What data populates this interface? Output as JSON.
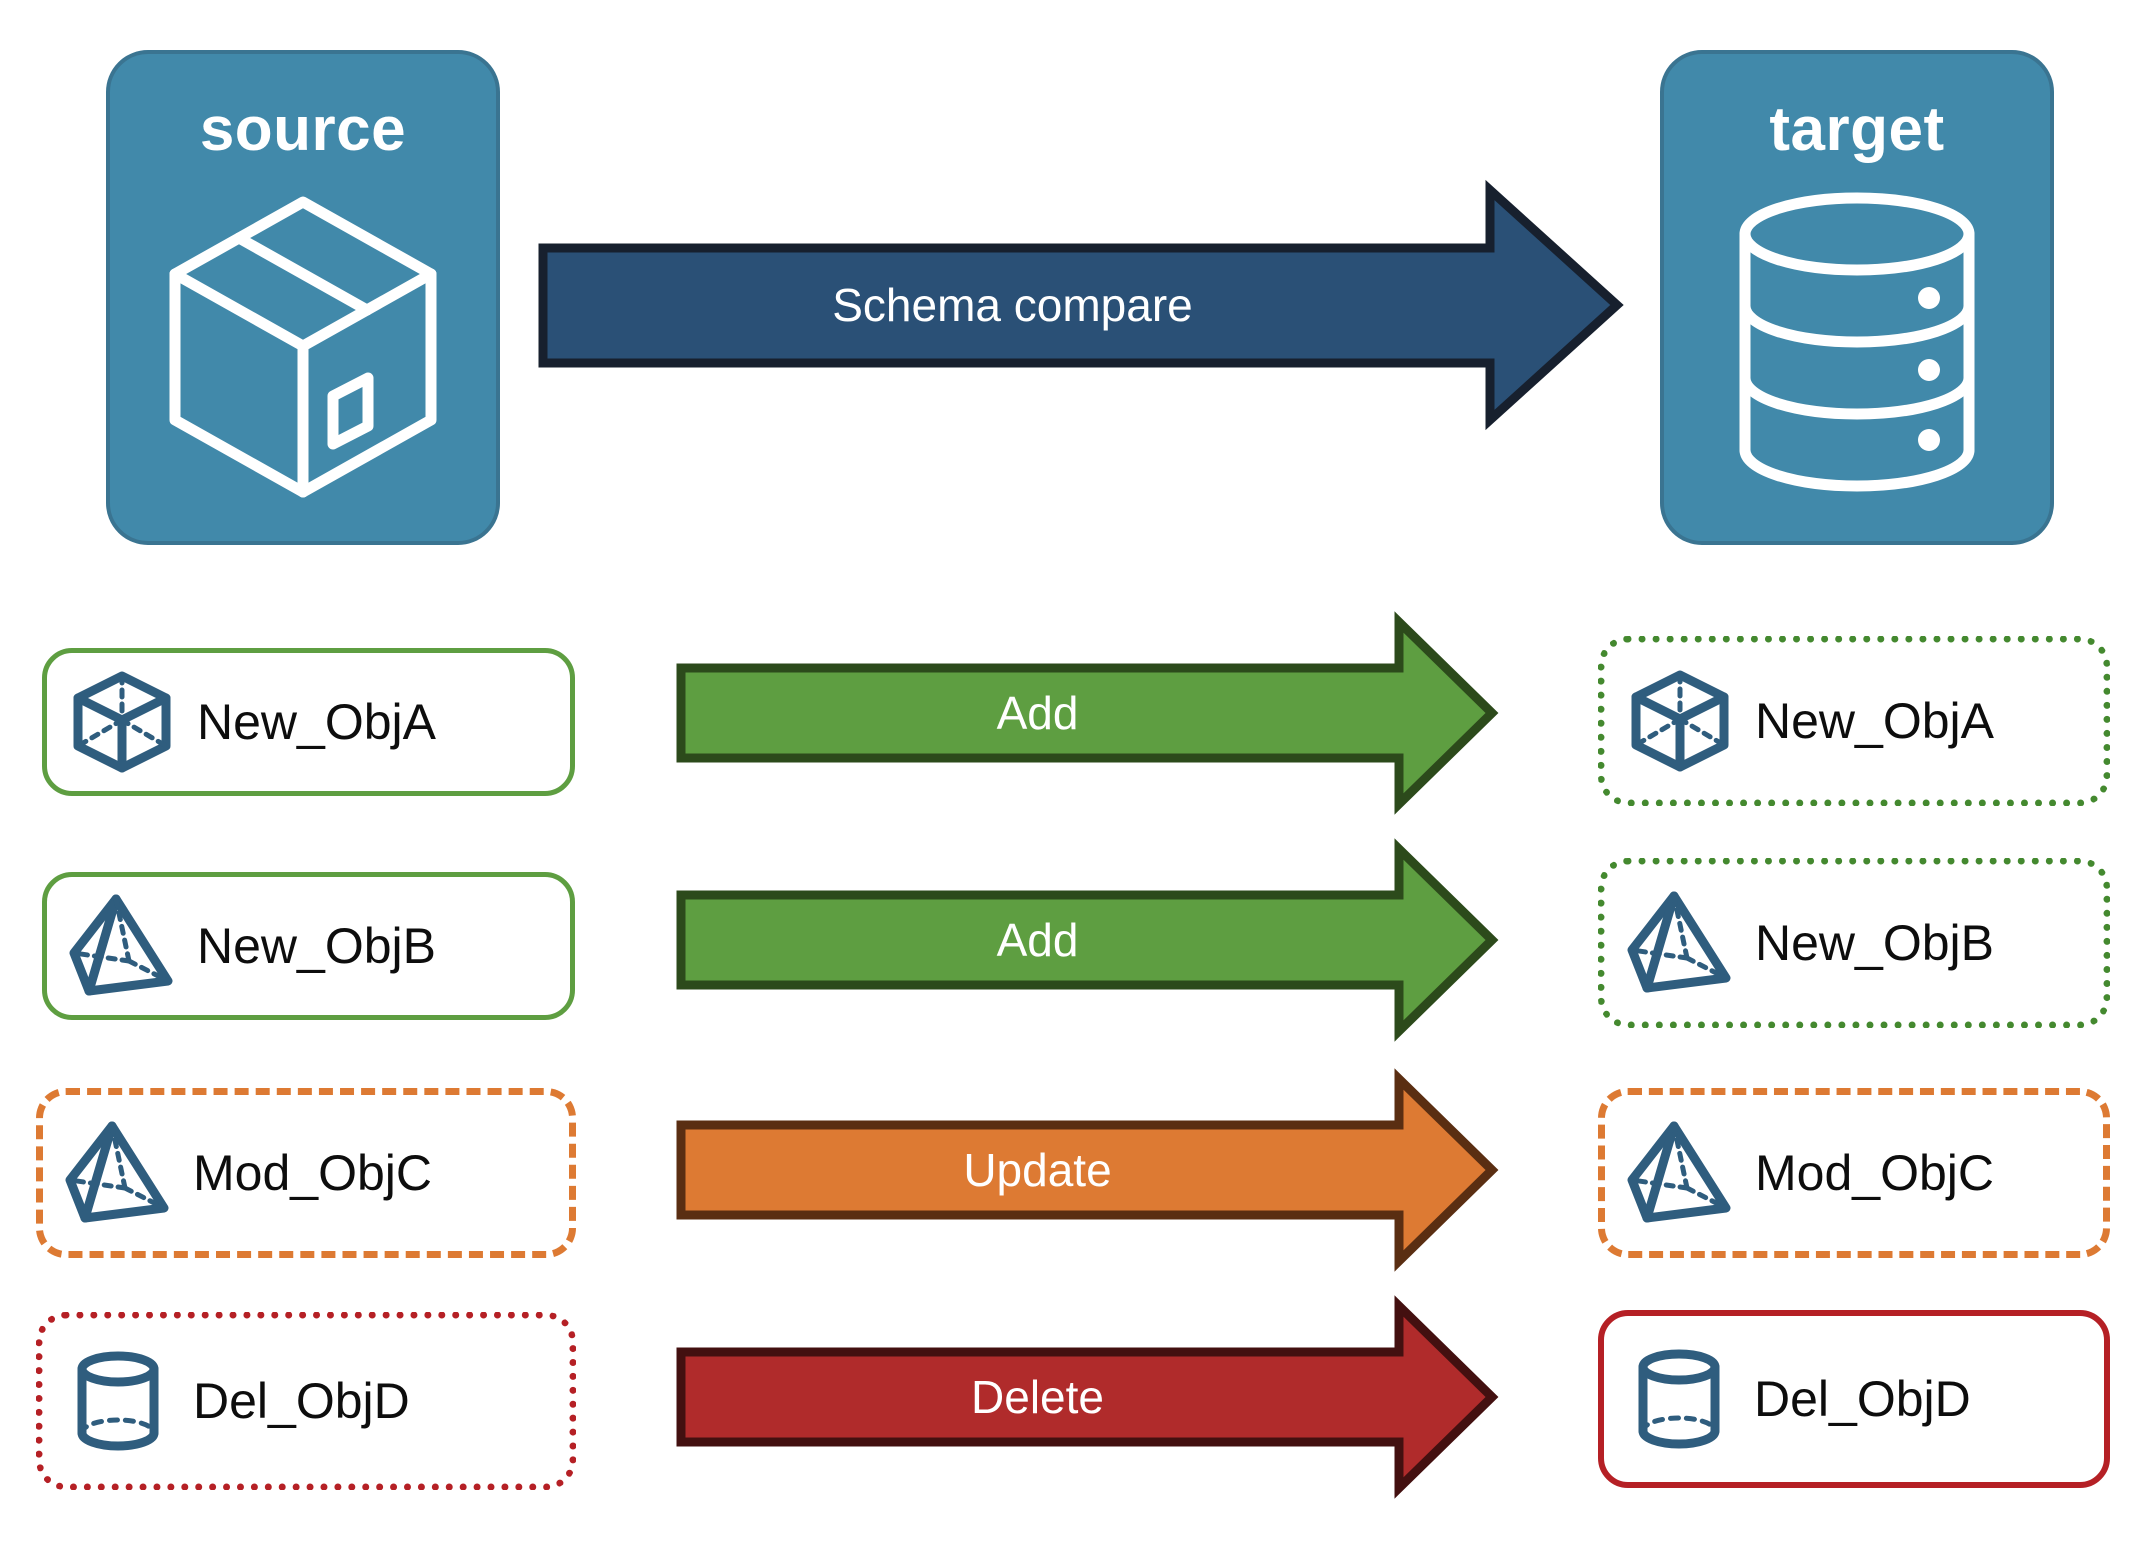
{
  "diagram": {
    "title_source": "source",
    "title_target": "target",
    "compare_label": "Schema compare",
    "colors": {
      "endpoint_fill": "#4189AA",
      "endpoint_border": "#3A7491",
      "compare_fill": "#2A5076",
      "compare_border": "#17202E",
      "add_fill": "#5E9E41",
      "add_border": "#2C4A1B",
      "update_fill": "#DD7A33",
      "update_border": "#5A2E12",
      "delete_fill": "#B02B2B",
      "delete_border": "#431010",
      "object_icon": "#2F5D7E",
      "green_border": "#5E9E41",
      "orange_border": "#DD7A33",
      "red_border": "#B52025",
      "text_dark": "#0d0d0d",
      "text_light": "#ffffff"
    },
    "source_icon": "package-box-icon",
    "target_icon": "database-cylinder-icon",
    "rows": [
      {
        "action": "Add",
        "source_name": "New_ObjA",
        "target_name": "New_ObjA",
        "source_icon": "wireframe-cube-icon",
        "target_icon": "wireframe-cube-icon",
        "source_border": "solid-green",
        "target_border": "dotted-green",
        "arrow_color": "#5E9E41"
      },
      {
        "action": "Add",
        "source_name": "New_ObjB",
        "target_name": "New_ObjB",
        "source_icon": "wireframe-pyramid-icon",
        "target_icon": "wireframe-pyramid-icon",
        "source_border": "solid-green",
        "target_border": "dotted-green",
        "arrow_color": "#5E9E41"
      },
      {
        "action": "Update",
        "source_name": "Mod_ObjC",
        "target_name": "Mod_ObjC",
        "source_icon": "wireframe-pyramid-icon",
        "target_icon": "wireframe-pyramid-icon",
        "source_border": "dashed-orange",
        "target_border": "dashed-orange",
        "arrow_color": "#DD7A33"
      },
      {
        "action": "Delete",
        "source_name": "Del_ObjD",
        "target_name": "Del_ObjD",
        "source_icon": "wireframe-cylinder-icon",
        "target_icon": "wireframe-cylinder-icon",
        "source_border": "dotted-red",
        "target_border": "solid-red",
        "arrow_color": "#B02B2B"
      }
    ]
  }
}
